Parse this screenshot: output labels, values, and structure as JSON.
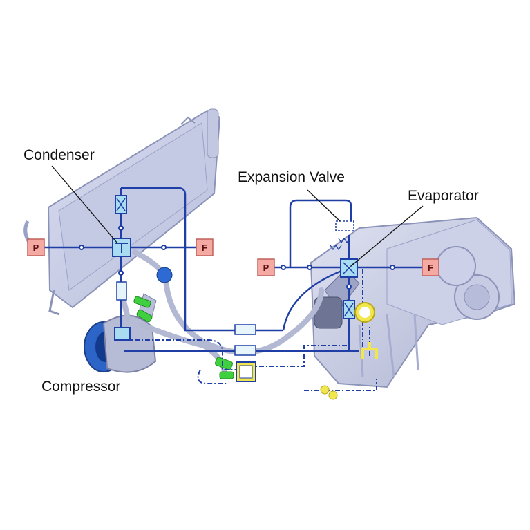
{
  "labels": {
    "condenser": "Condenser",
    "expansion_valve": "Expansion Valve",
    "evaporator": "Evaporator",
    "compressor": "Compressor"
  },
  "markers": {
    "p_left": "P",
    "f_left": "F",
    "p_right": "P",
    "f_right": "F"
  },
  "colors": {
    "line": "#1f3fa6",
    "component_body": "#c9cee6",
    "component_edge": "#8c93b8",
    "marker_fill": "#f4a9a3",
    "valve_fill": "#a9dcf0",
    "sensor_yellow": "#f2e64e",
    "hose_green": "#3fcf3f"
  }
}
